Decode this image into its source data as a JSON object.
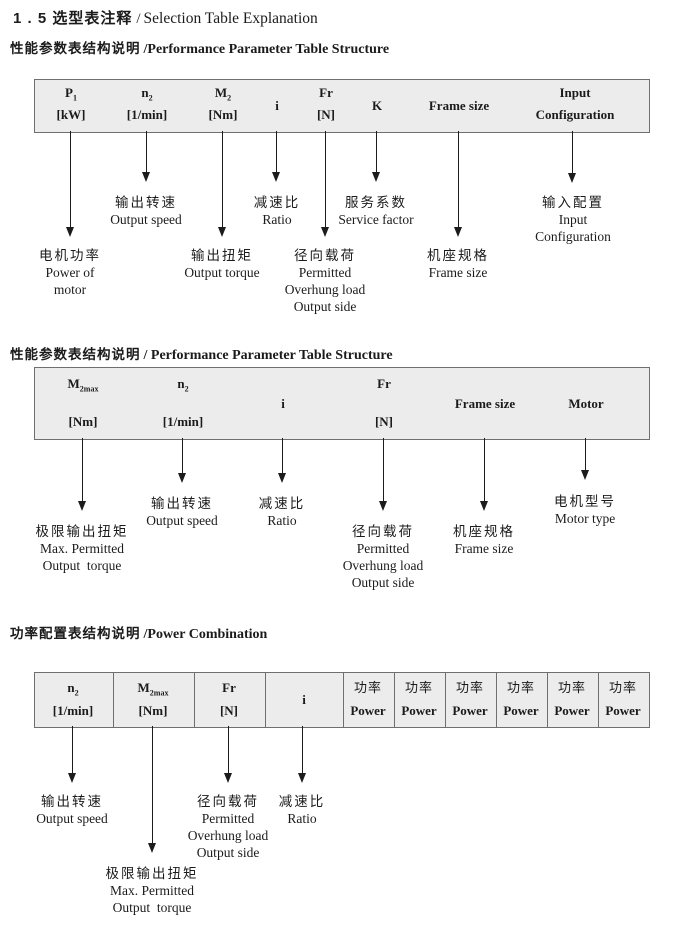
{
  "title": {
    "num_cn": "1 . 5 选型表注释",
    "slash": "/",
    "en": "Selection Table Explanation"
  },
  "s1": {
    "heading_cn": "性能参数表结构说明",
    "heading_en": "/Performance Parameter Table Structure",
    "cols": [
      {
        "t1": "P",
        "sub": "1",
        "t2": "[kW]"
      },
      {
        "t1": "n",
        "sub": "2",
        "t2": "[1/min]"
      },
      {
        "t1": "M",
        "sub": "2",
        "t2": "[Nm]"
      },
      {
        "single": "i"
      },
      {
        "t1": "Fr",
        "t2": "[N]"
      },
      {
        "single": "K"
      },
      {
        "single": "Frame size"
      },
      {
        "t1": "Input",
        "t2": "Configuration"
      }
    ],
    "labels": [
      {
        "cn": "电机功率",
        "en": [
          "Power of",
          "motor"
        ]
      },
      {
        "cn": "输出转速",
        "en": [
          "Output speed"
        ]
      },
      {
        "cn": "输出扭矩",
        "en": [
          "Output torque"
        ]
      },
      {
        "cn": "减速比",
        "en": [
          "Ratio"
        ]
      },
      {
        "cn": "径向载荷",
        "en": [
          "Permitted",
          "Overhung load",
          "Output side"
        ]
      },
      {
        "cn": "服务系数",
        "en": [
          "Service factor"
        ]
      },
      {
        "cn": "机座规格",
        "en": [
          "Frame size"
        ]
      },
      {
        "cn": "输入配置",
        "en": [
          "Input",
          "Configuration"
        ]
      }
    ]
  },
  "s2": {
    "heading_cn": "性能参数表结构说明",
    "heading_en": "/ Performance Parameter Table Structure",
    "cols": [
      {
        "t1": "M",
        "sub": "2max",
        "t2": "[Nm]"
      },
      {
        "t1": "n",
        "sub": "2",
        "t2": "[1/min]"
      },
      {
        "single": "i"
      },
      {
        "t1": "Fr",
        "t2": "[N]"
      },
      {
        "single": "Frame size"
      },
      {
        "single": "Motor"
      }
    ],
    "labels": [
      {
        "cn": "极限输出扭矩",
        "en": [
          "Max. Permitted",
          "Output  torque"
        ]
      },
      {
        "cn": "输出转速",
        "en": [
          "Output speed"
        ]
      },
      {
        "cn": "减速比",
        "en": [
          "Ratio"
        ]
      },
      {
        "cn": "径向载荷",
        "en": [
          "Permitted",
          "Overhung load",
          "Output side"
        ]
      },
      {
        "cn": "机座规格",
        "en": [
          "Frame size"
        ]
      },
      {
        "cn": "电机型号",
        "en": [
          "Motor type"
        ]
      }
    ]
  },
  "s3": {
    "heading_cn": "功率配置表结构说明",
    "heading_en": "/Power Combination",
    "cols": [
      {
        "t1": "n",
        "sub": "2",
        "t2": "[1/min]"
      },
      {
        "t1": "M",
        "sub": "2max",
        "t2": "[Nm]"
      },
      {
        "t1": "Fr",
        "t2": "[N]"
      },
      {
        "single": "i"
      }
    ],
    "power_cn": "功率",
    "power_en": "Power",
    "labels": [
      {
        "cn": "输出转速",
        "en": [
          "Output speed"
        ]
      },
      {
        "cn": "极限输出扭矩",
        "en": [
          "Max. Permitted",
          "Output  torque"
        ]
      },
      {
        "cn": "径向载荷",
        "en": [
          "Permitted",
          "Overhung load",
          "Output side"
        ]
      },
      {
        "cn": "减速比",
        "en": [
          "Ratio"
        ]
      }
    ]
  }
}
